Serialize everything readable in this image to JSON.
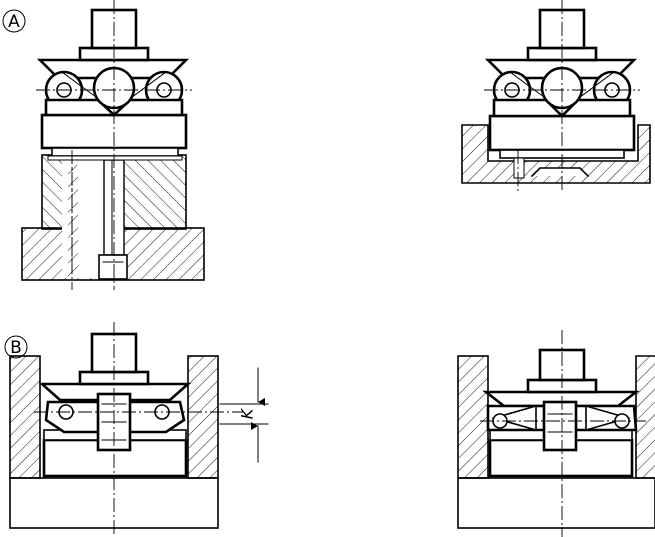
{
  "views": [
    {
      "id": "A",
      "label": "A"
    },
    {
      "id": "B",
      "label": "B"
    }
  ],
  "dimension": {
    "label": "K"
  }
}
